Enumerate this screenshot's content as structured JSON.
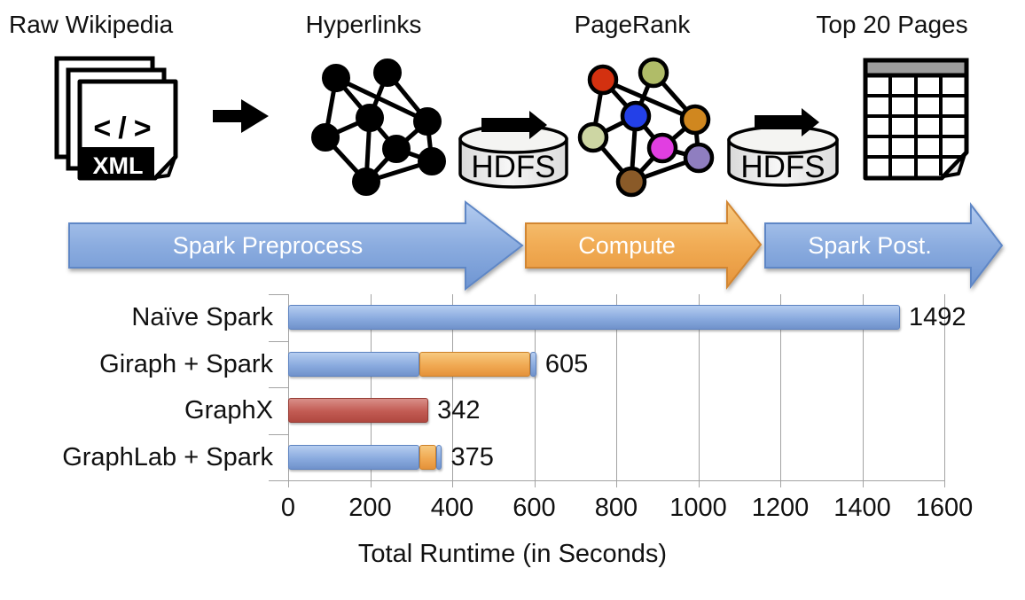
{
  "pipeline": {
    "stage_labels": [
      "Raw Wikipedia",
      "Hyperlinks",
      "PageRank",
      "Top 20 Pages"
    ],
    "xml_doc": {
      "code": "</>",
      "badge": "XML"
    },
    "hdfs": {
      "label": "HDFS"
    }
  },
  "flow": {
    "arrows": [
      {
        "label": "Spark Preprocess",
        "color": "#7FA3DC"
      },
      {
        "label": "Compute",
        "color": "#F0AC5B"
      },
      {
        "label": "Spark Post.",
        "color": "#7FA3DC"
      }
    ]
  },
  "chart_data": {
    "type": "bar",
    "orientation": "horizontal",
    "title": "",
    "xlabel": "Total Runtime (in Seconds)",
    "xlim": [
      0,
      1600
    ],
    "x_ticks": [
      0,
      200,
      400,
      600,
      800,
      1000,
      1200,
      1400,
      1600
    ],
    "grid": true,
    "categories": [
      "Naïve Spark",
      "Giraph + Spark",
      "GraphX",
      "GraphLab + Spark"
    ],
    "totals": [
      1492,
      605,
      342,
      375
    ],
    "rows": [
      {
        "label": "Naïve Spark",
        "total": 1492,
        "segments": [
          {
            "color": "blue",
            "value": 1492
          }
        ]
      },
      {
        "label": "Giraph + Spark",
        "total": 605,
        "segments": [
          {
            "color": "blue",
            "value": 320
          },
          {
            "color": "orange",
            "value": 270
          },
          {
            "color": "blue",
            "value": 15
          }
        ]
      },
      {
        "label": "GraphX",
        "total": 342,
        "segments": [
          {
            "color": "red",
            "value": 342
          }
        ]
      },
      {
        "label": "GraphLab + Spark",
        "total": 375,
        "segments": [
          {
            "color": "blue",
            "value": 320
          },
          {
            "color": "orange",
            "value": 40
          },
          {
            "color": "blue",
            "value": 15
          }
        ]
      }
    ],
    "palette": {
      "blue": "#85A8DE",
      "orange": "#F0A952",
      "red": "#C05B52"
    }
  }
}
